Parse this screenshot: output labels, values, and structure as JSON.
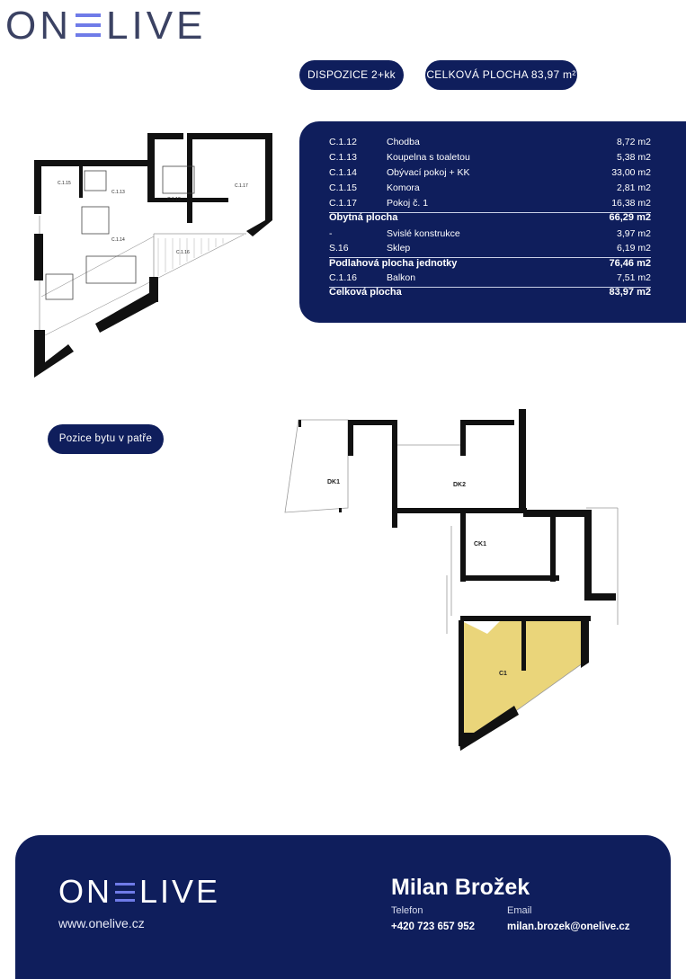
{
  "brand": {
    "text_left": "ON",
    "text_right": "LIVE"
  },
  "badges": {
    "disposition": "DISPOZICE 2+kk",
    "total_area": "CELKOVÁ PLOCHA 83,97 m²"
  },
  "rooms": [
    {
      "code": "C.1.12",
      "name": "Chodba",
      "area": "8,72 m2"
    },
    {
      "code": "C.1.13",
      "name": "Koupelna s toaletou",
      "area": "5,38 m2"
    },
    {
      "code": "C.1.14",
      "name": "Obývací pokoj + KK",
      "area": "33,00 m2"
    },
    {
      "code": "C.1.15",
      "name": "Komora",
      "area": "2,81 m2"
    },
    {
      "code": "C.1.17",
      "name": "Pokoj č. 1",
      "area": "16,38 m2"
    }
  ],
  "living_total": {
    "label": "Obytná plocha",
    "area": "66,29 m2"
  },
  "extras": [
    {
      "code": "-",
      "name": "Svislé konstrukce",
      "area": "3,97 m2"
    },
    {
      "code": "S.16",
      "name": "Sklep",
      "area": "6,19 m2"
    }
  ],
  "floor_total": {
    "label": "Podlahová plocha jednotky",
    "area": "76,46 m2"
  },
  "balcony": {
    "code": "C.1.16",
    "name": "Balkon",
    "area": "7,51 m2"
  },
  "grand_total": {
    "label": "Celková plocha",
    "area": "83,97 m2"
  },
  "plan_labels": {
    "c115": "C.1.15",
    "c113": "C.1.13",
    "c112": "C.1.12",
    "c117": "C.1.17",
    "c114": "C.1.14",
    "c116": "C.1.16"
  },
  "position_button": "Pozice bytu v patře",
  "floor_labels": {
    "dk1": "DK1",
    "dk2": "DK2",
    "ck1": "CK1",
    "c1": "C1"
  },
  "colors": {
    "navy": "#0f1e5c",
    "accent": "#6f7be8",
    "highlight": "#ead57a"
  },
  "footer": {
    "website": "www.onelive.cz",
    "contact_name": "Milan Brožek",
    "phone_label": "Telefon",
    "phone": "+420 723 657 952",
    "email_label": "Email",
    "email": "milan.brozek@onelive.cz"
  }
}
